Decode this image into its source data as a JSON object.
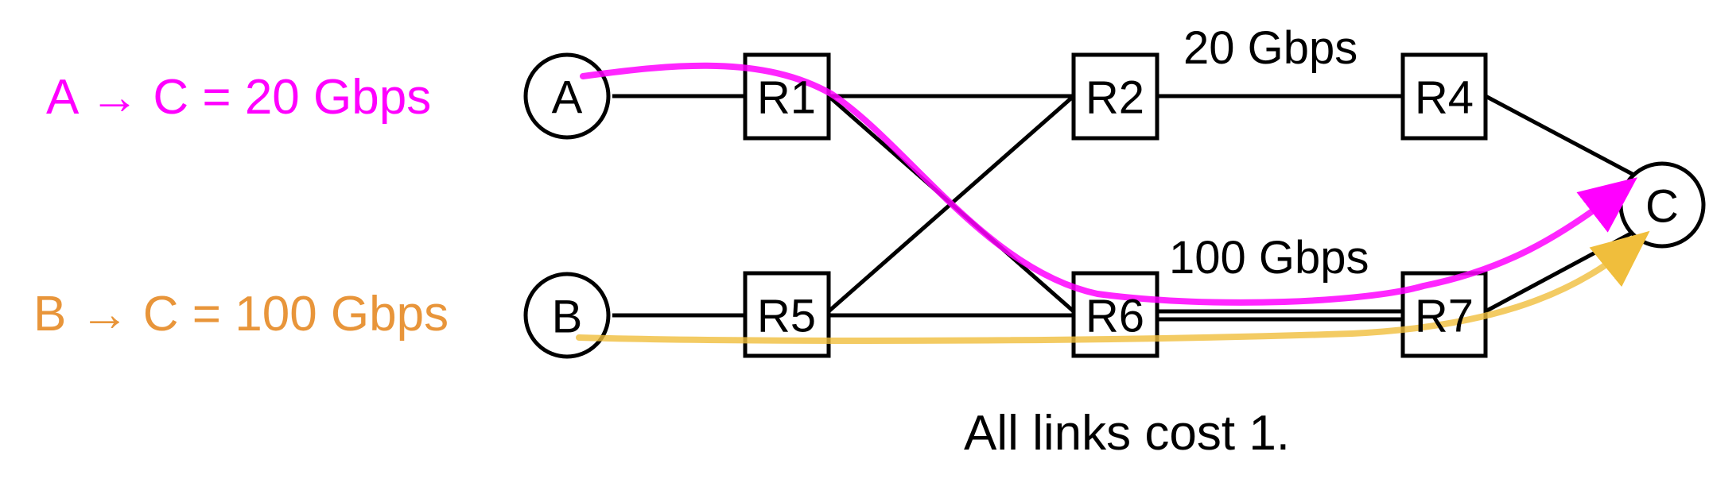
{
  "flows": [
    {
      "label": "A → C = 20 Gbps",
      "color": "#ff00ff"
    },
    {
      "label": "B → C = 100 Gbps",
      "color": "#e8953a"
    }
  ],
  "nodes": {
    "hosts": [
      "A",
      "B",
      "C"
    ],
    "routers": [
      "R1",
      "R2",
      "R4",
      "R5",
      "R6",
      "R7"
    ]
  },
  "link_labels": {
    "top": "20 Gbps",
    "bottom": "100 Gbps"
  },
  "note": "All links cost 1.",
  "colors": {
    "path_a": "#ff00ff",
    "path_b": "#f0be3c",
    "stroke": "#000000"
  }
}
